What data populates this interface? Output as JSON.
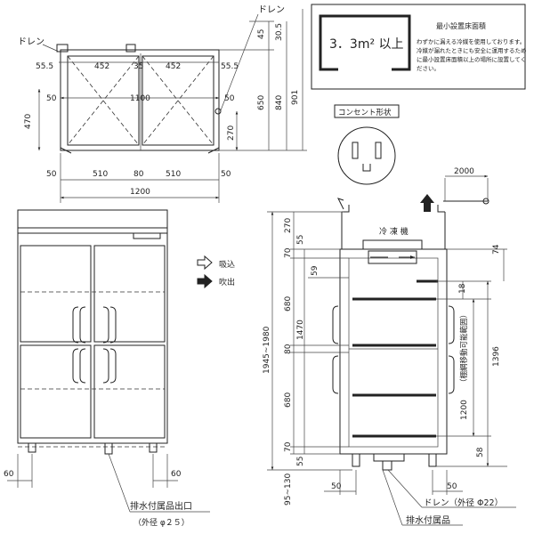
{
  "colors": {
    "line": "#222222",
    "background": "#ffffff"
  },
  "top_view": {
    "drain_label_left": "ドレン",
    "drain_label_top": "ドレン",
    "dims": {
      "d55_5_left": "55.5",
      "d452_a": "452",
      "d35": "35",
      "d452_b": "452",
      "d55_5_right": "55.5",
      "d1100": "1100",
      "d50_left": "50",
      "d50_right": "50",
      "d470": "470",
      "d270": "270",
      "d45": "45",
      "d30_5": "30.5",
      "d650": "650",
      "d840": "840",
      "d901": "901",
      "b50_left": "50",
      "b510_a": "510",
      "b80": "80",
      "b510_b": "510",
      "b50_right": "50",
      "b1200": "1200"
    }
  },
  "floor_area": {
    "value": "3．3m² 以上",
    "title": "最小設置床面積",
    "note": [
      "わずかに漏える冷媒を使用しております。",
      "冷媒が漏れたときにも安全に運用するため",
      "に最小設置床面積以上の場所に設置してく",
      "ださい。"
    ]
  },
  "outlet": {
    "title": "コンセント形状"
  },
  "legend": {
    "intake": "吸込",
    "exhaust": "吹出"
  },
  "front_view": {
    "d60_left": "60",
    "d60_right": "60",
    "drain_outlet_label": "排水付属品出口",
    "drain_outlet_dia": "（外径 φ２５）"
  },
  "side_view": {
    "d2000": "2000",
    "unit_label": "冷 凍 機",
    "v270": "270",
    "v55_top": "55",
    "v70_top": "70",
    "v59": "59",
    "v680_a": "680",
    "v1470": "1470",
    "v80": "80",
    "v680_b": "680",
    "v70_bot": "70",
    "v55_bot": "55",
    "v95_130": "95~130",
    "v1945_1980": "1945~1980",
    "r74": "74",
    "r18": "18",
    "r1396": "1396",
    "r1200": "1200",
    "r_range": "（棚網移動可能範囲）",
    "r58": "58",
    "b50_left": "50",
    "b50_right": "50",
    "drain_label": "ドレン（外径 Φ22）",
    "accessory_label": "排水付属品"
  }
}
